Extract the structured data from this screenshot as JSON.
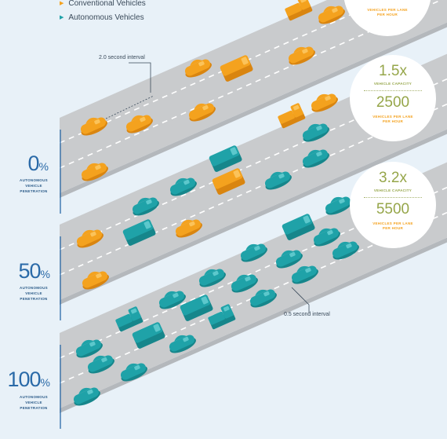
{
  "legend": {
    "conventional_label": "Conventional Vehicles",
    "autonomous_label": "Autonomous Vehicles"
  },
  "colors": {
    "conventional": "#f4a21e",
    "autonomous": "#1fa2a8",
    "road": "#c9cbcd",
    "stat_green": "#96a64a",
    "stat_orange": "#f4a21e",
    "label_blue": "#2a6aa8",
    "background": "#e8f1f8"
  },
  "panels": [
    {
      "penetration_value": "0",
      "penetration_symbol": "%",
      "caption": [
        "AUTONOMOUS",
        "VEHICLE",
        "PENETRATION"
      ],
      "stat_top_value": "",
      "stat_top_caption": [],
      "stat_bottom_caption": [
        "VEHICLES PER LANE",
        "PER HOUR"
      ],
      "annotation": "2.0 second interval"
    },
    {
      "penetration_value": "50",
      "penetration_symbol": "%",
      "caption": [
        "AUTONOMOUS",
        "VEHICLE",
        "PENETRATION"
      ],
      "stat_top_value": "1.5x",
      "stat_top_caption": [
        "VEHICLE CAPACITY"
      ],
      "stat_bottom_value": "2500",
      "stat_bottom_caption": [
        "VEHICLES PER LANE",
        "PER HOUR"
      ]
    },
    {
      "penetration_value": "100",
      "penetration_symbol": "%",
      "caption": [
        "AUTONOMOUS",
        "VEHICLE",
        "PENETRATION"
      ],
      "stat_top_value": "3.2x",
      "stat_top_caption": [
        "VEHICLE CAPACITY"
      ],
      "stat_bottom_value": "5500",
      "stat_bottom_caption": [
        "VEHICLES PER LANE",
        "PER HOUR"
      ],
      "annotation": "0.5 second interval"
    }
  ]
}
